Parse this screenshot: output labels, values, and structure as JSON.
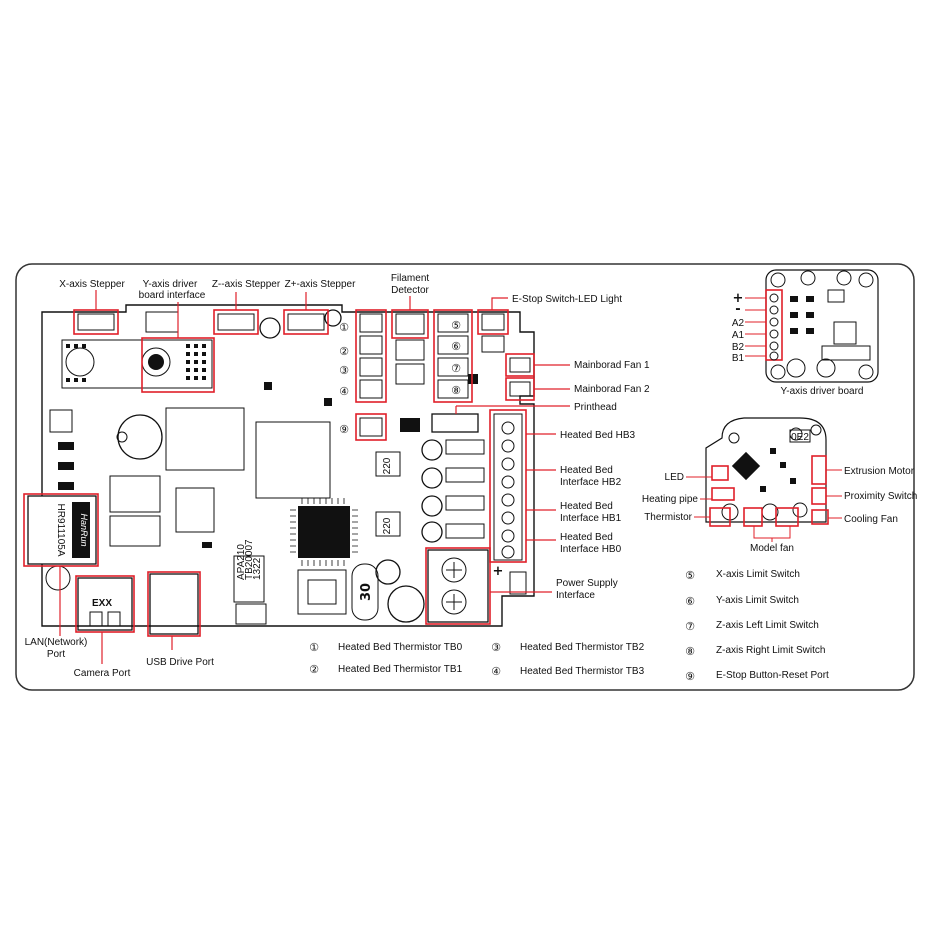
{
  "main_labels": {
    "x_stepper": "X-axis Stepper",
    "y_driver_1": "Y-axis driver",
    "y_driver_2": "board interface",
    "zminus": "Z--axis Stepper",
    "zplus": "Z+-axis Stepper",
    "filament_1": "Filament",
    "filament_2": "Detector",
    "estop_light": "E-Stop Switch-LED Light",
    "fan1": "Mainborad Fan 1",
    "fan2": "Mainborad Fan 2",
    "printhead": "Printhead",
    "hb3": "Heated Bed HB3",
    "hb2_1": "Heated Bed",
    "hb2_2": "Interface HB2",
    "hb1_1": "Heated Bed",
    "hb1_2": "Interface HB1",
    "hb0_1": "Heated Bed",
    "hb0_2": "Interface HB0",
    "power_1": "Power Supply",
    "power_2": "Interface",
    "lan_1": "LAN(Network)",
    "lan_2": "Port",
    "camera": "Camera Port",
    "usb": "USB Drive Port"
  },
  "board_marks": {
    "chip_text_1": "APA210",
    "chip_text_2": "TB20007",
    "chip_text_3": "1322",
    "ic_text": "HR911105A",
    "brand": "HanRun",
    "coil_1": "220",
    "coil_2": "220",
    "cap": "30",
    "plus": "+",
    "fw": "EXX"
  },
  "markers": [
    "①",
    "②",
    "③",
    "④",
    "⑤",
    "⑥",
    "⑦",
    "⑧",
    "⑨"
  ],
  "legend": [
    {
      "sym": "⑤",
      "text": "X-axis Limit Switch"
    },
    {
      "sym": "⑥",
      "text": "Y-axis Limit Switch"
    },
    {
      "sym": "⑦",
      "text": "Z-axis Left Limit Switch"
    },
    {
      "sym": "⑧",
      "text": "Z-axis Right Limit Switch"
    },
    {
      "sym": "⑨",
      "text": "E-Stop Button-Reset Port"
    },
    {
      "sym": "①",
      "text": "Heated Bed Thermistor TB0"
    },
    {
      "sym": "②",
      "text": "Heated Bed Thermistor TB1"
    },
    {
      "sym": "③",
      "text": "Heated Bed Thermistor TB2"
    },
    {
      "sym": "④",
      "text": "Heated Bed Thermistor TB3"
    }
  ],
  "ydriver": {
    "title": "Y-axis driver board",
    "pins": [
      "+",
      "-",
      "A2",
      "A1",
      "B2",
      "B1"
    ]
  },
  "toolhead": {
    "led": "LED",
    "heating": "Heating pipe",
    "thermistor": "Thermistor",
    "model_fan": "Model fan",
    "extrusion": "Extrusion Motor",
    "proximity": "Proximity Switch",
    "cooling": "Cooling Fan",
    "chip": "0E2"
  },
  "colors": {
    "accent": "#e0202a",
    "ink": "#111111",
    "frame": "#333333"
  }
}
